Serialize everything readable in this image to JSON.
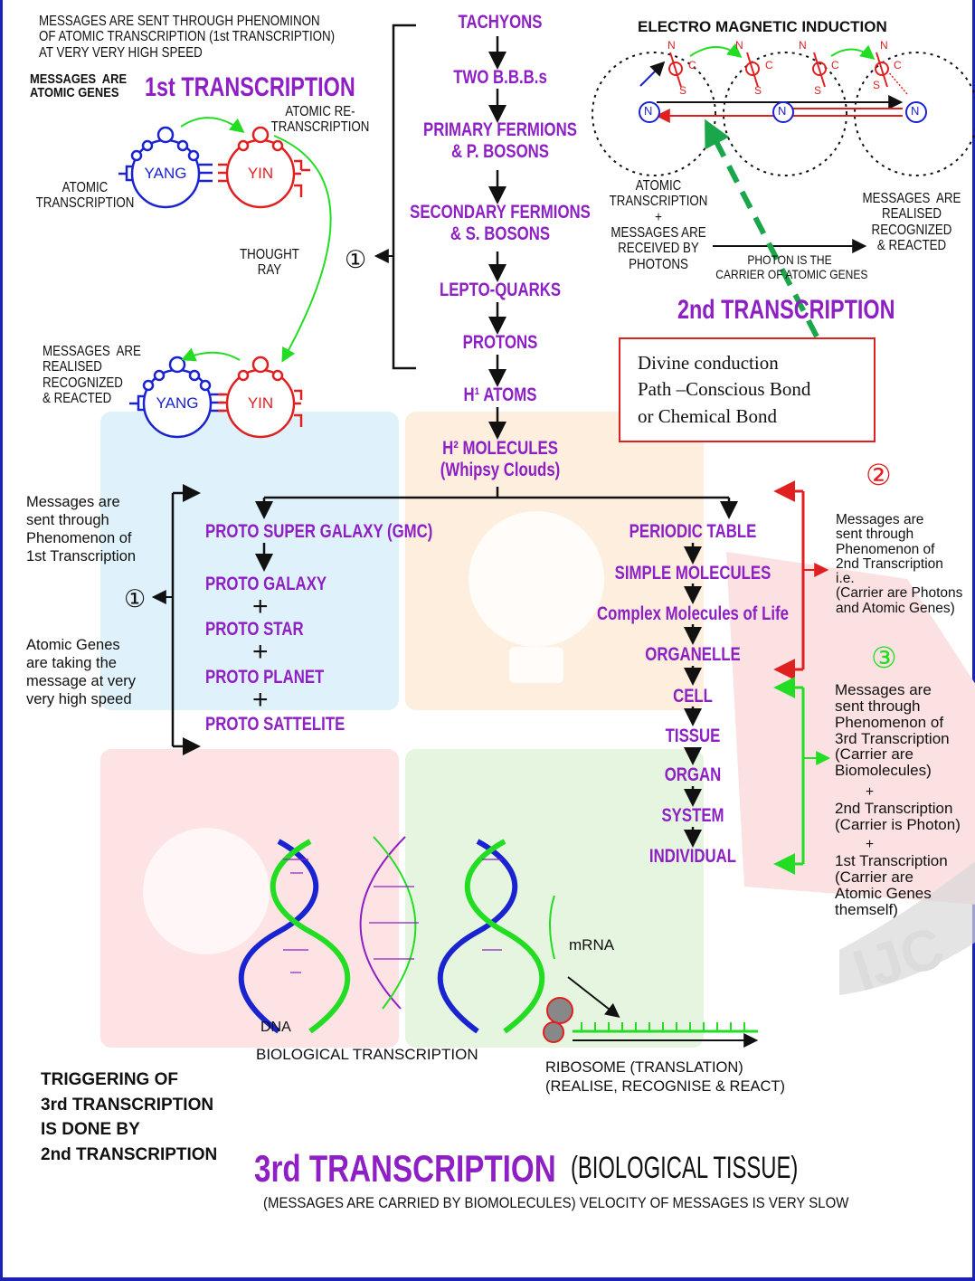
{
  "atomic": {
    "intro": "MESSAGES ARE SENT THROUGH PHENOMINON\nOF ATOMIC TRANSCRIPTION (1st TRANSCRIPTION)\nAT VERY VERY HIGH SPEED",
    "messages_are": "MESSAGES  ARE\nATOMIC GENES",
    "title": "1st TRANSCRIPTION",
    "re_transcription": "ATOMIC RE-\nTRANSCRIPTION",
    "atomic_transcription": "ATOMIC\nTRANSCRIPTION",
    "thought_ray": "THOUGHT\nRAY",
    "realised": "MESSAGES  ARE\nREALISED\nRECOGNIZED\n& REACTED",
    "yang": "YANG",
    "yin": "YIN",
    "bracket_number": "①"
  },
  "chain": [
    "TACHYONS",
    "TWO B.B.B.s",
    "PRIMARY FERMIONS\n& P. BOSONS",
    "SECONDARY FERMIONS\n& S. BOSONS",
    "LEPTO-QUARKS",
    "PROTONS",
    "H¹ ATOMS",
    "H² MOLECULES\n(Whipsy Clouds)"
  ],
  "em": {
    "title": "ELECTRO MAGNETIC INDUCTION",
    "pole_n": "N",
    "pole_s": "S",
    "pole_c": "C",
    "left_caption": "ATOMIC\nTRANSCRIPTION\n+\nMESSAGES ARE\nRECEIVED BY\nPHOTONS",
    "right_caption": "MESSAGES  ARE\nREALISED\nRECOGNIZED\n& REACTED",
    "photon_caption": "PHOTON IS THE\nCARRIER OF ATOMIC GENES",
    "title2": "2nd TRANSCRIPTION",
    "box_text": "Divine conduction\nPath –Conscious Bond\nor Chemical Bond"
  },
  "left_branch": [
    "PROTO SUPER GALAXY (GMC)",
    "PROTO GALAXY",
    "PROTO STAR",
    "PROTO PLANET",
    "PROTO SATTELITE"
  ],
  "plus": "+",
  "right_branch": [
    "PERIODIC TABLE",
    "SIMPLE MOLECULES",
    "Complex Molecules of Life",
    "ORGANELLE",
    "CELL",
    "TISSUE",
    "ORGAN",
    "SYSTEM",
    "INDIVIDUAL"
  ],
  "side_left": {
    "top": "Messages are\nsent through\nPhenomenon of\n1st Transcription",
    "bottom": "Atomic Genes\nare taking the\nmessage at very\nvery high speed",
    "number": "①"
  },
  "side_right": {
    "number2": "②",
    "text2": "Messages are\nsent through\nPhenomenon of\n2nd Transcription\ni.e.\n(Carrier are Photons\nand Atomic Genes)",
    "number3": "③",
    "text3a": "Messages are\nsent through\nPhenomenon of\n3rd Transcription\n(Carrier are\nBiomolecules)",
    "plus": "+",
    "text3b": "2nd Transcription\n(Carrier is Photon)",
    "text3c": "1st Transcription\n(Carrier are\nAtomic Genes\nthemself)"
  },
  "bio": {
    "dna": "DNA",
    "bio_transcription": "BIOLOGICAL TRANSCRIPTION",
    "mrna": "mRNA",
    "ribosome": "RIBOSOME (TRANSLATION)\n(REALISE, RECOGNISE & REACT)",
    "triggering": "TRIGGERING OF\n3rd TRANSCRIPTION\nIS DONE BY\n2nd TRANSCRIPTION",
    "title3": "3rd TRANSCRIPTION",
    "title3_sub": "(BIOLOGICAL TISSUE)",
    "footer": "(MESSAGES ARE CARRIED BY BIOMOLECULES) VELOCITY OF MESSAGES IS VERY SLOW"
  },
  "watermark": "IJC",
  "colors": {
    "purple": "#8e1fc4",
    "red": "#e02020",
    "green": "#22dd22",
    "blue": "#1a23d0",
    "border": "#1a23b5"
  }
}
